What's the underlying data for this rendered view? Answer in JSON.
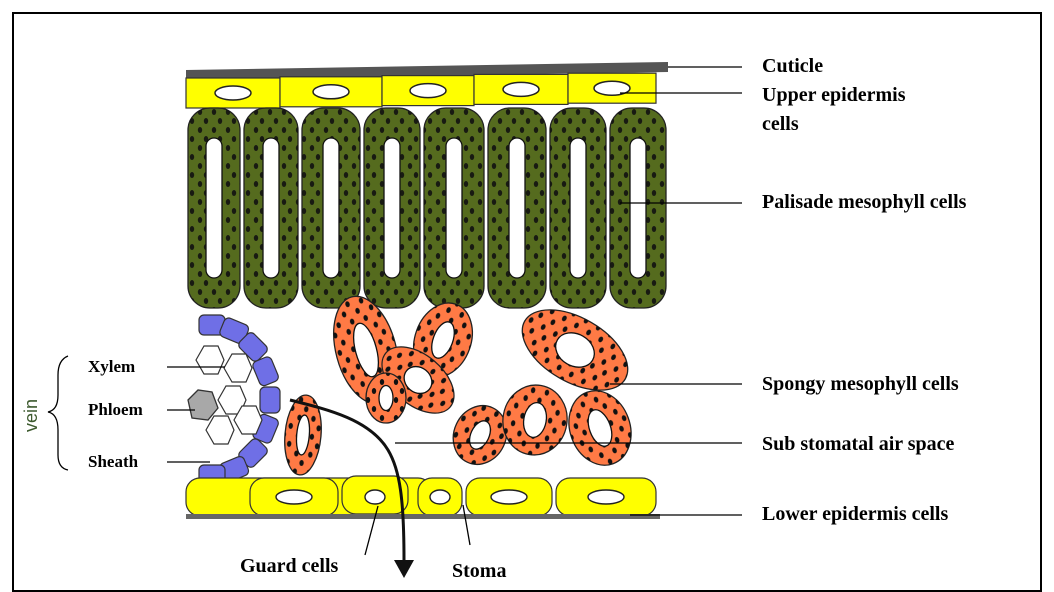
{
  "diagram": {
    "labels": {
      "cuticle": "Cuticle",
      "upper_epidermis_line1": "Upper epidermis",
      "upper_epidermis_line2": "cells",
      "palisade": "Palisade mesophyll cells",
      "spongy": "Spongy mesophyll cells",
      "sub_stomatal": "Sub stomatal air space",
      "lower_epidermis": "Lower epidermis cells",
      "guard_cells": "Guard cells",
      "stoma": "Stoma",
      "xylem": "Xylem",
      "phloem": "Phloem",
      "sheath": "Sheath",
      "vein": "vein"
    },
    "colors": {
      "epidermis": "#ffff00",
      "palisade": "#556b1e",
      "spongy": "#ff7a45",
      "sheath": "#6f6fe6",
      "phloem": "#a8a8a8",
      "vein_label": "#3d5a2e"
    }
  }
}
